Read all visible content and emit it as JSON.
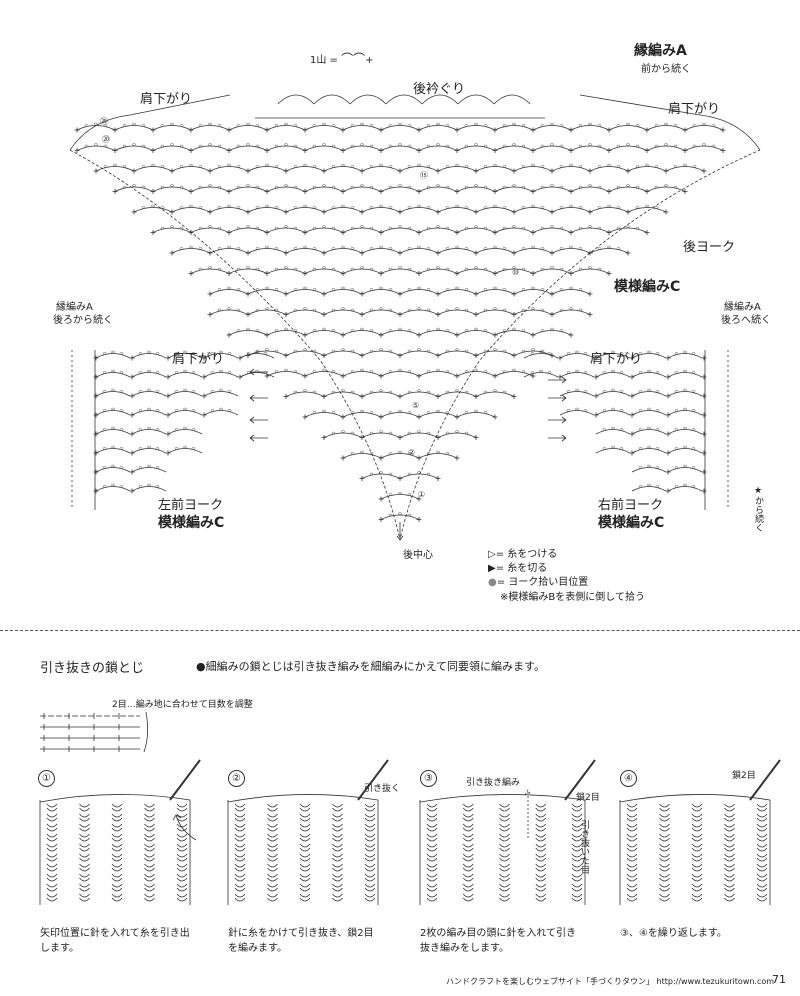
{
  "chart": {
    "legend_stitch": "1山 = ",
    "back_neck": "後衿ぐり",
    "edge_a": "縁編みA",
    "edge_a_note": "前から続く",
    "shoulder_left": "肩下がり",
    "shoulder_right": "肩下がり",
    "back_yoke": "後ヨーク",
    "pattern_c_back": "模様編みC",
    "center_back": "後中心",
    "left_edge_a": "縁編みA",
    "left_edge_a_note": "後ろから続く",
    "left_shoulder": "肩下がり",
    "left_yoke": "左前ヨーク",
    "left_pattern": "模様編みC",
    "right_edge_a": "縁編みA",
    "right_edge_a_note": "後ろへ続く",
    "right_shoulder": "肩下がり",
    "right_yoke": "右前ヨーク",
    "right_pattern": "模様編みC",
    "right_continue": "★から続く",
    "key_attach": "= 糸をつける",
    "key_cut": "= 糸を切る",
    "key_pickup": "= ヨーク拾い目位置",
    "key_note": "※模様編みBを表側に倒して拾う",
    "row_numbers": [
      "①",
      "②",
      "⑤",
      "⑩",
      "⑮",
      "⑳",
      "㉕"
    ]
  },
  "tutorial": {
    "title": "引き抜きの鎖とじ",
    "intro": "●細編みの鎖とじは引き抜き編みを細編みにかえて同要領に編みます。",
    "diagram_note": "2目…編み地に合わせて目数を調整",
    "steps": [
      {
        "num": "①",
        "caption": "矢印位置に針を入れて糸を引き出します。",
        "labels": []
      },
      {
        "num": "②",
        "caption": "針に糸をかけて引き抜き、鎖2目を編みます。",
        "labels": [
          "引き抜く"
        ]
      },
      {
        "num": "③",
        "caption": "2枚の編み目の頭に針を入れて引き抜き編みをします。",
        "labels": [
          "引き抜き編み",
          "鎖2目",
          "引き抜いた目"
        ]
      },
      {
        "num": "④",
        "caption": "③、④を繰り返します。",
        "labels": [
          "鎖2目"
        ]
      }
    ]
  },
  "footer": {
    "text": "ハンドクラフトを楽しむウェブサイト「手づくりタウン」 http://www.tezukuritown.com",
    "page": "71"
  }
}
